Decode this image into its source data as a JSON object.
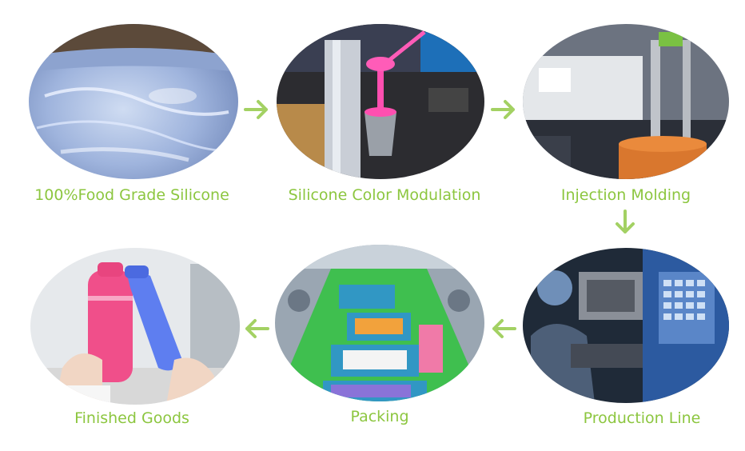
{
  "steps": [
    {
      "label": "100%Food Grade Silicone"
    },
    {
      "label": "Silicone Color Modulation"
    },
    {
      "label": "Injection Molding"
    },
    {
      "label": "Production Line"
    },
    {
      "label": "Packing"
    },
    {
      "label": "Finished Goods"
    }
  ],
  "colors": {
    "label": "#8cc63f",
    "arrow": "#a3d163"
  },
  "icons": {
    "flow_arrow": "arrow-icon"
  }
}
